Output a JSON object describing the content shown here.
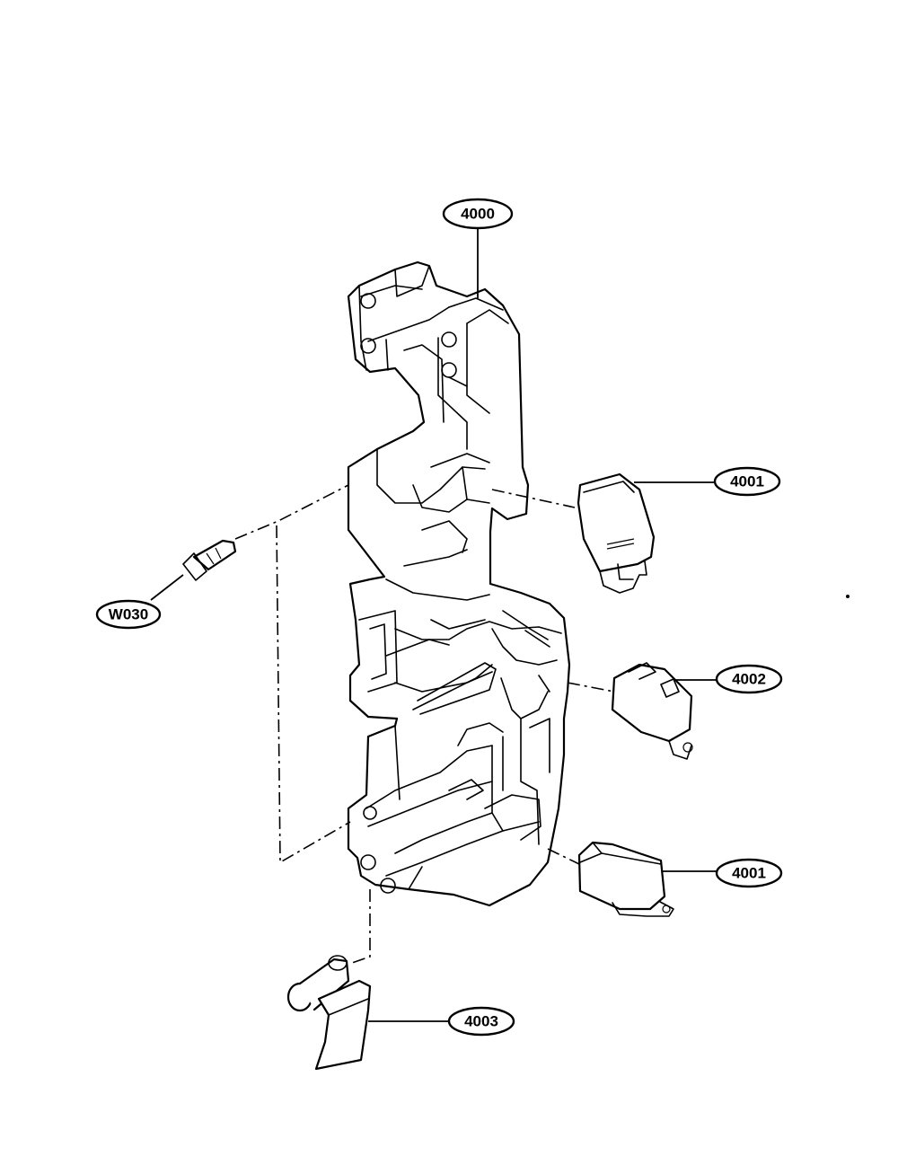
{
  "callouts": {
    "frame_main": "4000",
    "switch_upper": "4001",
    "switch_middle": "4002",
    "switch_lower": "4001",
    "lever": "4003",
    "screw": "W030"
  }
}
